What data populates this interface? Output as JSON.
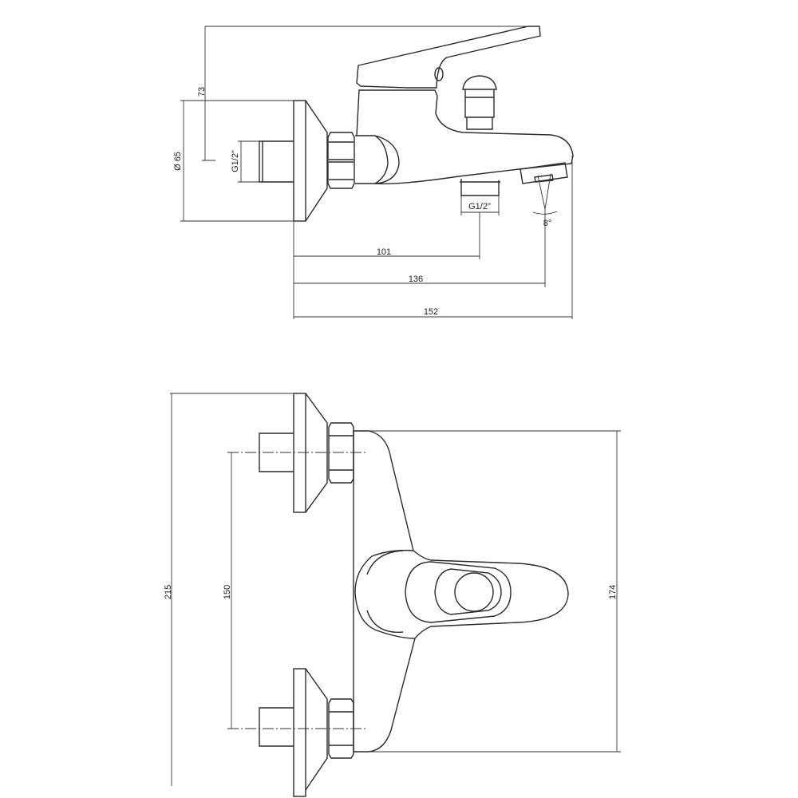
{
  "side_view": {
    "dim_height": "73",
    "dim_diameter": "Ø 65",
    "inlet_thread": "G1/2\"",
    "outlet_thread": "G1/2\"",
    "spout_angle": "8°",
    "dim_outlet": "101",
    "dim_aerator": "136",
    "dim_depth": "152"
  },
  "top_view": {
    "dim_total": "215",
    "dim_spacing": "150",
    "dim_body": "174"
  }
}
